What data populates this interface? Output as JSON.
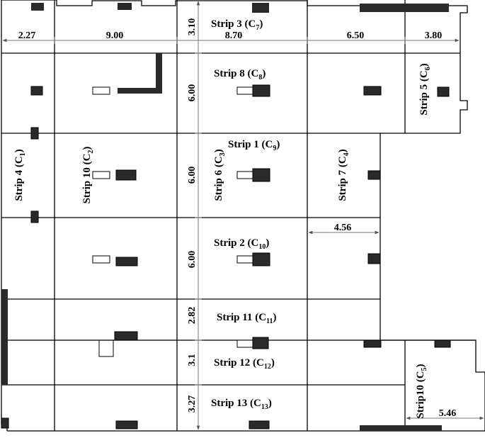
{
  "dimensions": {
    "d_2_27": "2.27",
    "d_9_00": "9.00",
    "d_3_10": "3.10",
    "d_8_70": "8.70",
    "d_6_50": "6.50",
    "d_3_80": "3.80",
    "d_6_00_a": "6.00",
    "d_6_00_b": "6.00",
    "d_6_00_c": "6.00",
    "d_4_56": "4.56",
    "d_2_82": "2.82",
    "d_3_1": "3.1",
    "d_3_27": "3.27",
    "d_5_46": "5.46"
  },
  "strips": [
    {
      "name": "Strip 3",
      "sym": "C",
      "sub": "7"
    },
    {
      "name": "Strip 8",
      "sym": "C",
      "sub": "8"
    },
    {
      "name": "Strip 5",
      "sym": "C",
      "sub": "6"
    },
    {
      "name": "Strip 1",
      "sym": "C",
      "sub": "9"
    },
    {
      "name": "Strip 4",
      "sym": "C",
      "sub": "1"
    },
    {
      "name": "Strip 10",
      "sym": "C",
      "sub": "2"
    },
    {
      "name": "Strip 6",
      "sym": "C",
      "sub": "3"
    },
    {
      "name": "Strip 7",
      "sym": "C",
      "sub": "4"
    },
    {
      "name": "Strip 2",
      "sym": "C",
      "sub": "10"
    },
    {
      "name": "Strip 11",
      "sym": "C",
      "sub": "11"
    },
    {
      "name": "Strip 12",
      "sym": "C",
      "sub": "12"
    },
    {
      "name": "Strip 13",
      "sym": "C",
      "sub": "13"
    },
    {
      "name": "Strip10",
      "sym": "C",
      "sub": "5"
    }
  ]
}
